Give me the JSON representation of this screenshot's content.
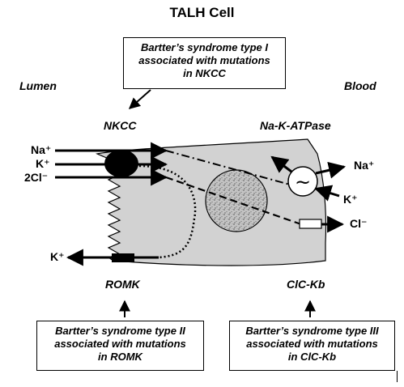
{
  "title": "TALH Cell",
  "regions": {
    "lumen": "Lumen",
    "blood": "Blood"
  },
  "transporters": {
    "nkcc": "NKCC",
    "pump": "Na-K-ATPase",
    "romk": "ROMK",
    "clckb": "ClC-Kb"
  },
  "ions": {
    "na_lumen": "Na⁺",
    "k_lumen": "K⁺",
    "cl_lumen": "2Cl⁻",
    "na_blood": "Na⁺",
    "k_blood": "K⁺",
    "cl_blood": "Cl⁻",
    "k_romk": "K⁺"
  },
  "pump_symbol": "~",
  "notes": {
    "type1": [
      "Bartter’s syndrome type I",
      "associated with mutations",
      "in NKCC"
    ],
    "type2": [
      "Bartter’s syndrome type II",
      "associated with mutations",
      "in ROMK"
    ],
    "type3": [
      "Bartter’s syndrome type III",
      "associated with mutations",
      "in ClC-Kb"
    ]
  },
  "colors": {
    "cell_fill": "#d2d2d2",
    "nucleus_fill": "#bdbdbd",
    "line": "#000000"
  }
}
